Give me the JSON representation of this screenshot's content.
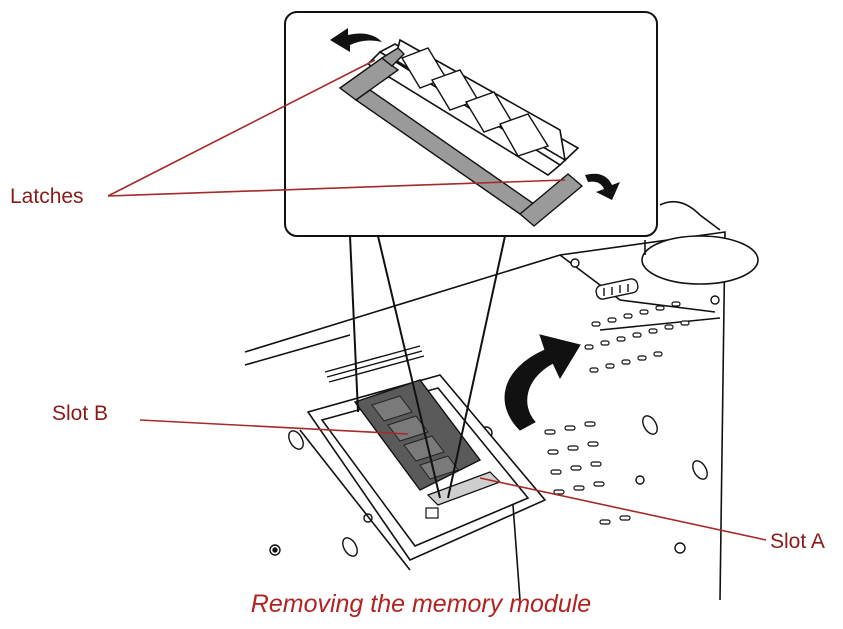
{
  "labels": {
    "latches": "Latches",
    "slot_b": "Slot B",
    "slot_a": "Slot A"
  },
  "caption": "Removing the memory module",
  "colors": {
    "label_text": "#8B1A1A",
    "caption_text": "#B22222",
    "leader_line": "#A52A2A",
    "line_art": "#111111",
    "latch_fill": "#9a9a9a",
    "module_fill": "#5a5a5a",
    "arrow_fill": "#111111"
  },
  "icons": {
    "removal_arrow": "curved-arrow-icon",
    "latch_arrow_left": "latch-open-left-arrow-icon",
    "latch_arrow_right": "latch-open-right-arrow-icon"
  }
}
